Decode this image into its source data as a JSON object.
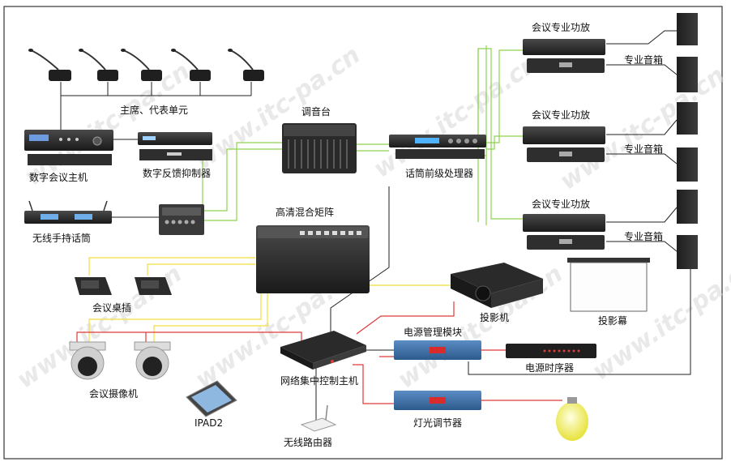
{
  "labels": {
    "delegate_units": "主席、代表单元",
    "conference_host": "数字会议主机",
    "feedback_suppressor": "数字反馈抑制器",
    "mixer": "调音台",
    "mic_preprocessor": "话筒前级处理器",
    "wireless_mic": "无线手持话筒",
    "hd_matrix": "高清混合矩阵",
    "amp_1": "会议专业功放",
    "amp_2": "会议专业功放",
    "amp_3": "会议专业功放",
    "speaker_1": "专业音箱",
    "speaker_2": "专业音箱",
    "speaker_3": "专业音箱",
    "table_socket": "会议桌插",
    "projector": "投影机",
    "screen": "投影幕",
    "camera": "会议摄像机",
    "ipad": "IPAD2",
    "central_control": "网络集中控制主机",
    "power_module": "电源管理模块",
    "power_sequencer": "电源时序器",
    "dimmer": "灯光调节器",
    "router": "无线路由器"
  },
  "watermark": "www.itc-pa.cn",
  "colors": {
    "line_black": "#222222",
    "line_green": "#8fd14f",
    "line_yellow": "#f2e35a",
    "line_red": "#e03a3a",
    "device_dark": "#2b2b2b",
    "device_blue": "#3a6ea5",
    "indicator_red": "#d92b2b"
  }
}
